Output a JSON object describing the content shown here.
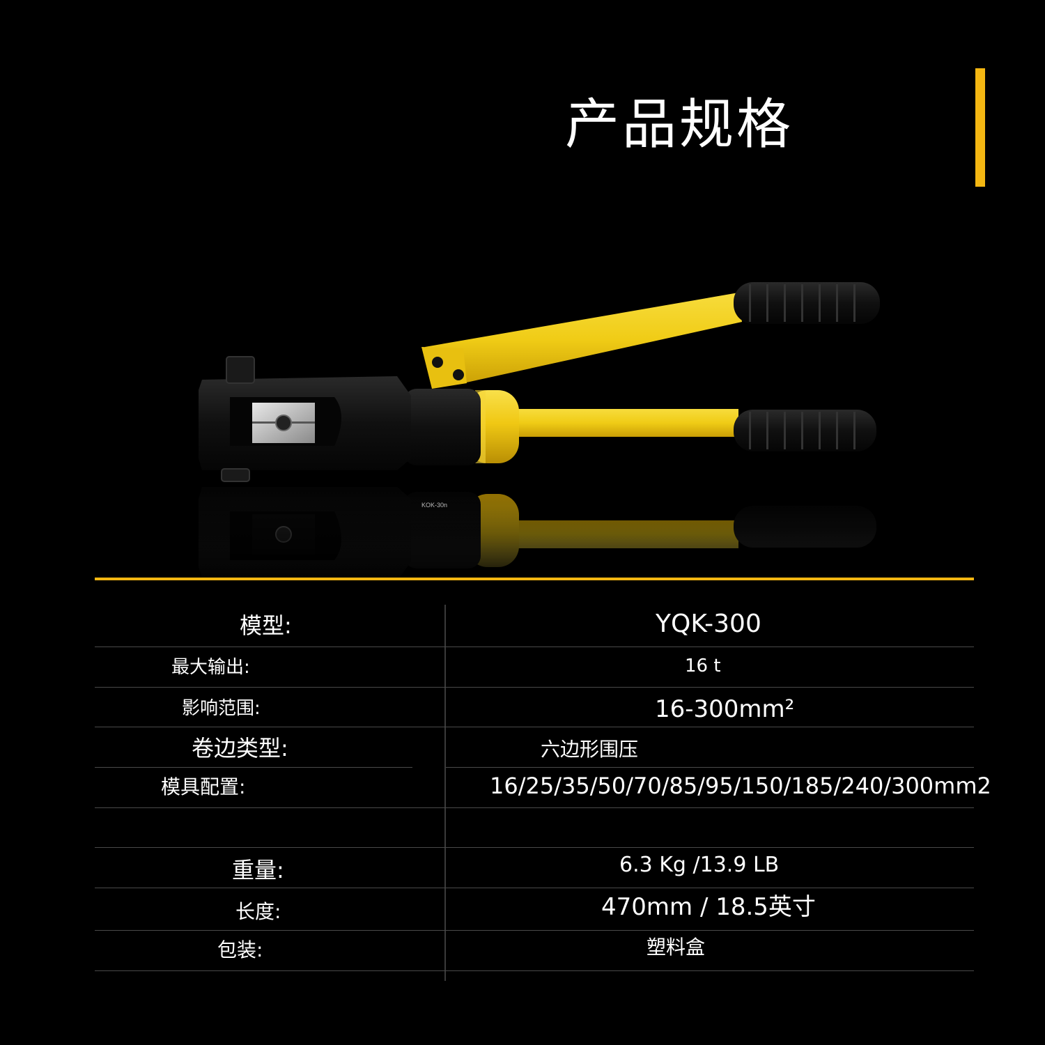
{
  "title": "产品规格",
  "colors": {
    "accent": "#f4b712",
    "handle_yellow": "#f0cc16",
    "grip_black": "#111111",
    "background": "#000000"
  },
  "product": {
    "body_marking": "KOK-30n"
  },
  "specs": [
    {
      "label": "模型:",
      "value": "YQK-300"
    },
    {
      "label": "最大输出:",
      "value": "16 t"
    },
    {
      "label": "影响范围:",
      "value": "16-300mm²"
    },
    {
      "label": "卷边类型:",
      "value": "六边形围压"
    },
    {
      "label": "模具配置:",
      "value": "16/25/35/50/70/85/95/150/185/240/300mm2"
    },
    {
      "label": "",
      "value": ""
    },
    {
      "label": "重量:",
      "value": "6.3 Kg /13.9 LB"
    },
    {
      "label": "长度:",
      "value": "470mm / 18.5英寸"
    },
    {
      "label": "包装:",
      "value": "塑料盒"
    }
  ]
}
